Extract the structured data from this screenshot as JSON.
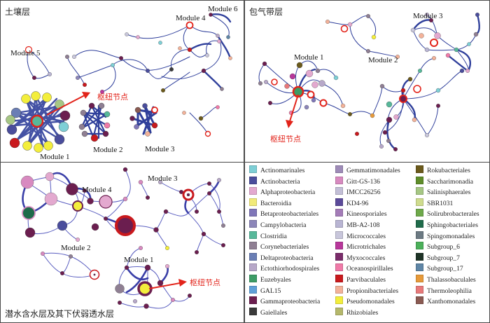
{
  "panels": {
    "soil": {
      "title": "土壤层",
      "modules": [
        "Module 1",
        "Module 2",
        "Module 3",
        "Module 4",
        "Module 5",
        "Module 6"
      ],
      "hub_label": "枢纽节点"
    },
    "vadose": {
      "title": "包气带层",
      "modules": [
        "Module 1",
        "Module 2",
        "Module 3"
      ],
      "hub_label": "枢纽节点"
    },
    "aquifer": {
      "title": "潜水含水层及其下伏弱透水层",
      "modules": [
        "Module 1",
        "Module 2",
        "Module 3",
        "Module 4"
      ],
      "hub_label": "枢纽节点"
    }
  },
  "legend": [
    {
      "label": "Actinomarinales",
      "color": "#7ecfd6"
    },
    {
      "label": "Actinobacteria",
      "color": "#4a4d9c"
    },
    {
      "label": "Alphaproteobacteria",
      "color": "#e3a9cf"
    },
    {
      "label": "Bacteroidia",
      "color": "#f1ea7a"
    },
    {
      "label": "Betaproteobacteriales",
      "color": "#7f76b8"
    },
    {
      "label": "Campylobacteria",
      "color": "#8c86b9"
    },
    {
      "label": "Clostridia",
      "color": "#57b89a"
    },
    {
      "label": "Corynebacteriales",
      "color": "#8f7f93"
    },
    {
      "label": "Deltaproteobacteria",
      "color": "#6a7eb5"
    },
    {
      "label": "Ectothiorhodospirales",
      "color": "#b7a8c9"
    },
    {
      "label": "Euzebyales",
      "color": "#3d9c66"
    },
    {
      "label": "GAL15",
      "color": "#5fa0d8"
    },
    {
      "label": "Gammaproteobacteria",
      "color": "#6b1e4f"
    },
    {
      "label": "Gaiellales",
      "color": "#3a3a3a"
    },
    {
      "label": "Gemmatimonadales",
      "color": "#9e8bb8"
    },
    {
      "label": "Gitt-GS-136",
      "color": "#d88ac0"
    },
    {
      "label": "IMCC26256",
      "color": "#c3bfd7"
    },
    {
      "label": "KD4-96",
      "color": "#5b4a9a"
    },
    {
      "label": "Kineosporiales",
      "color": "#a47cb8"
    },
    {
      "label": "MB-A2-108",
      "color": "#b9b5d3"
    },
    {
      "label": "Micrococcales",
      "color": "#c8c6db"
    },
    {
      "label": "Microtrichales",
      "color": "#b8379b"
    },
    {
      "label": "Myxococcales",
      "color": "#7a2c6a"
    },
    {
      "label": "Oceanospirillales",
      "color": "#f07aa8"
    },
    {
      "label": "Parvibaculales",
      "color": "#c9191d"
    },
    {
      "label": "Propionibacteriales",
      "color": "#f3b299"
    },
    {
      "label": "Pseudomonadales",
      "color": "#f3ee3c"
    },
    {
      "label": "Rhizobiales",
      "color": "#b5b86b"
    },
    {
      "label": "Rokubacteriales",
      "color": "#6b5a1c"
    },
    {
      "label": "Saccharimonadia",
      "color": "#5f8d2a"
    },
    {
      "label": "Salinisphaerales",
      "color": "#a6c784"
    },
    {
      "label": "SBR1031",
      "color": "#cfdc8e"
    },
    {
      "label": "Solirubrobacterales",
      "color": "#6ea94a"
    },
    {
      "label": "Sphingobacteriales",
      "color": "#1f6b4a"
    },
    {
      "label": "Spingomonadales",
      "color": "#6c7a83"
    },
    {
      "label": "Subgroup_6",
      "color": "#4bb05a"
    },
    {
      "label": "Subgroup_7",
      "color": "#1e3326"
    },
    {
      "label": "Subgroup_17",
      "color": "#5f86a6"
    },
    {
      "label": "Thalassobaculales",
      "color": "#e79a3a"
    },
    {
      "label": "Thermoleophilia",
      "color": "#e8797a"
    },
    {
      "label": "Xanthomonadales",
      "color": "#8a5a52"
    }
  ]
}
